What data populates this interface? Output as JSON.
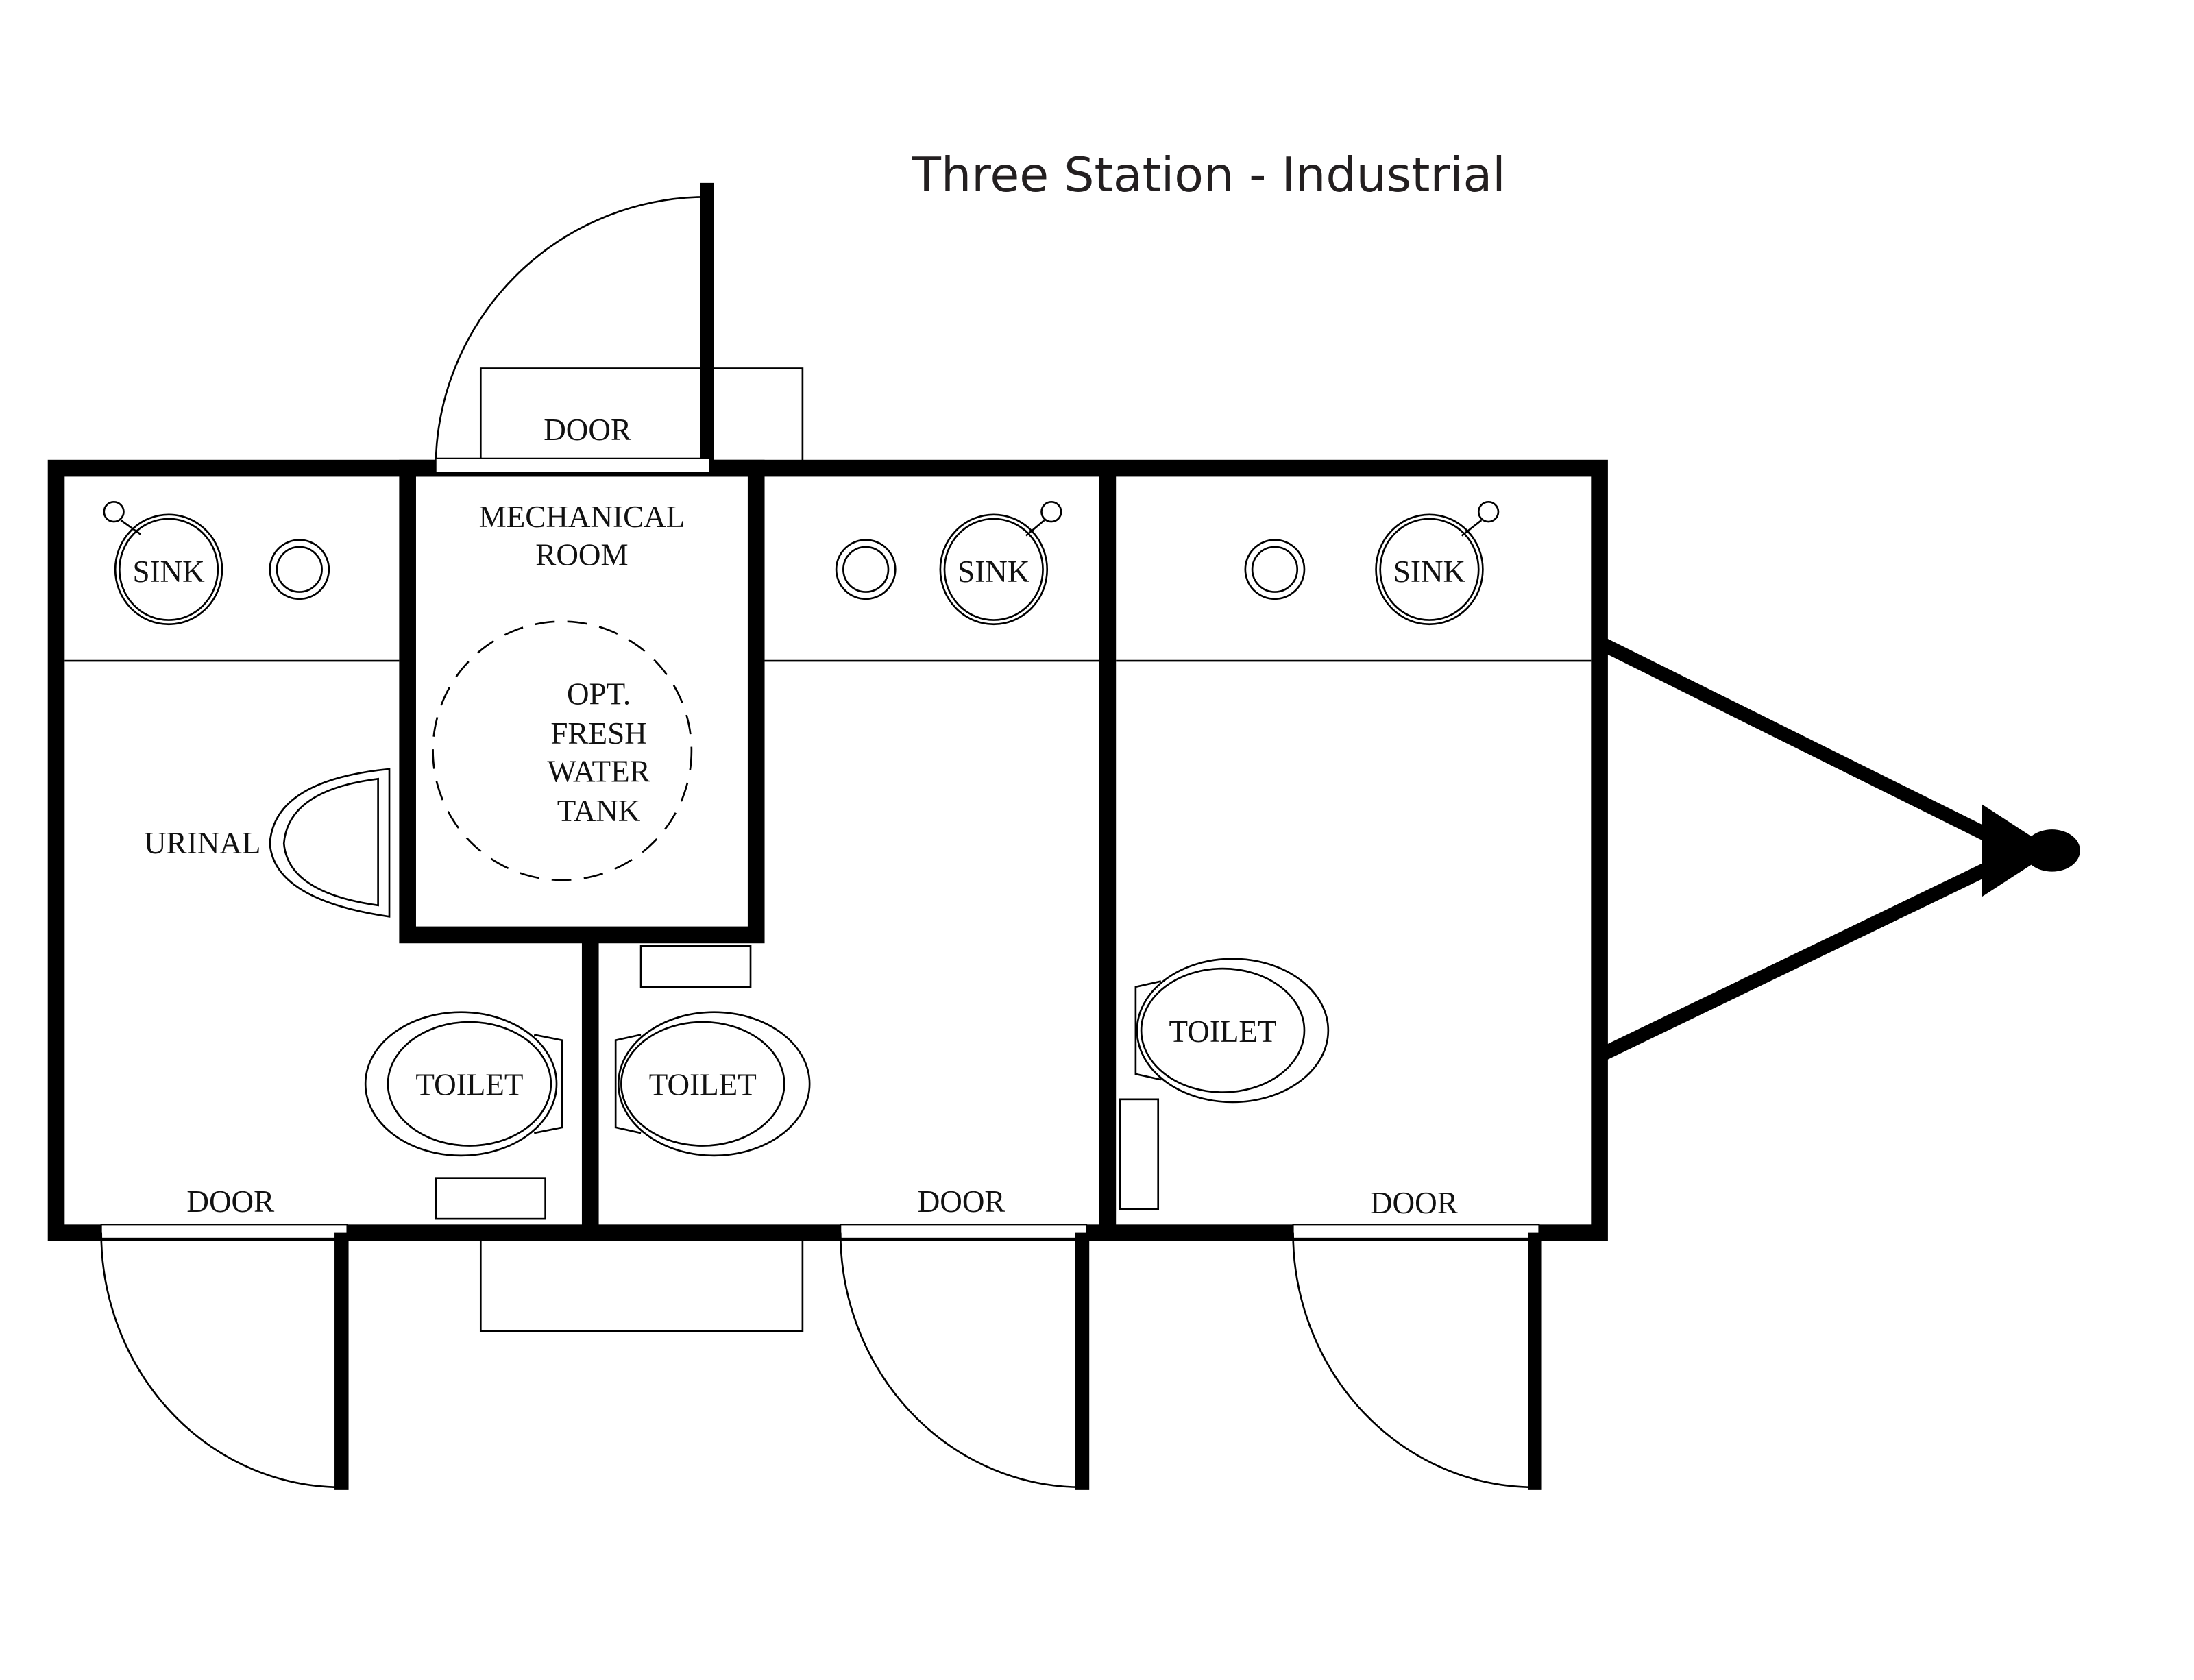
{
  "title": "Three Station - Industrial",
  "labels": {
    "door": "DOOR",
    "mechanical_room": [
      "MECHANICAL",
      "ROOM"
    ],
    "tank": [
      "OPT.",
      "FRESH",
      "WATER",
      "TANK"
    ],
    "sink": "SINK",
    "urinal": "URINAL",
    "toilet": "TOILET"
  }
}
